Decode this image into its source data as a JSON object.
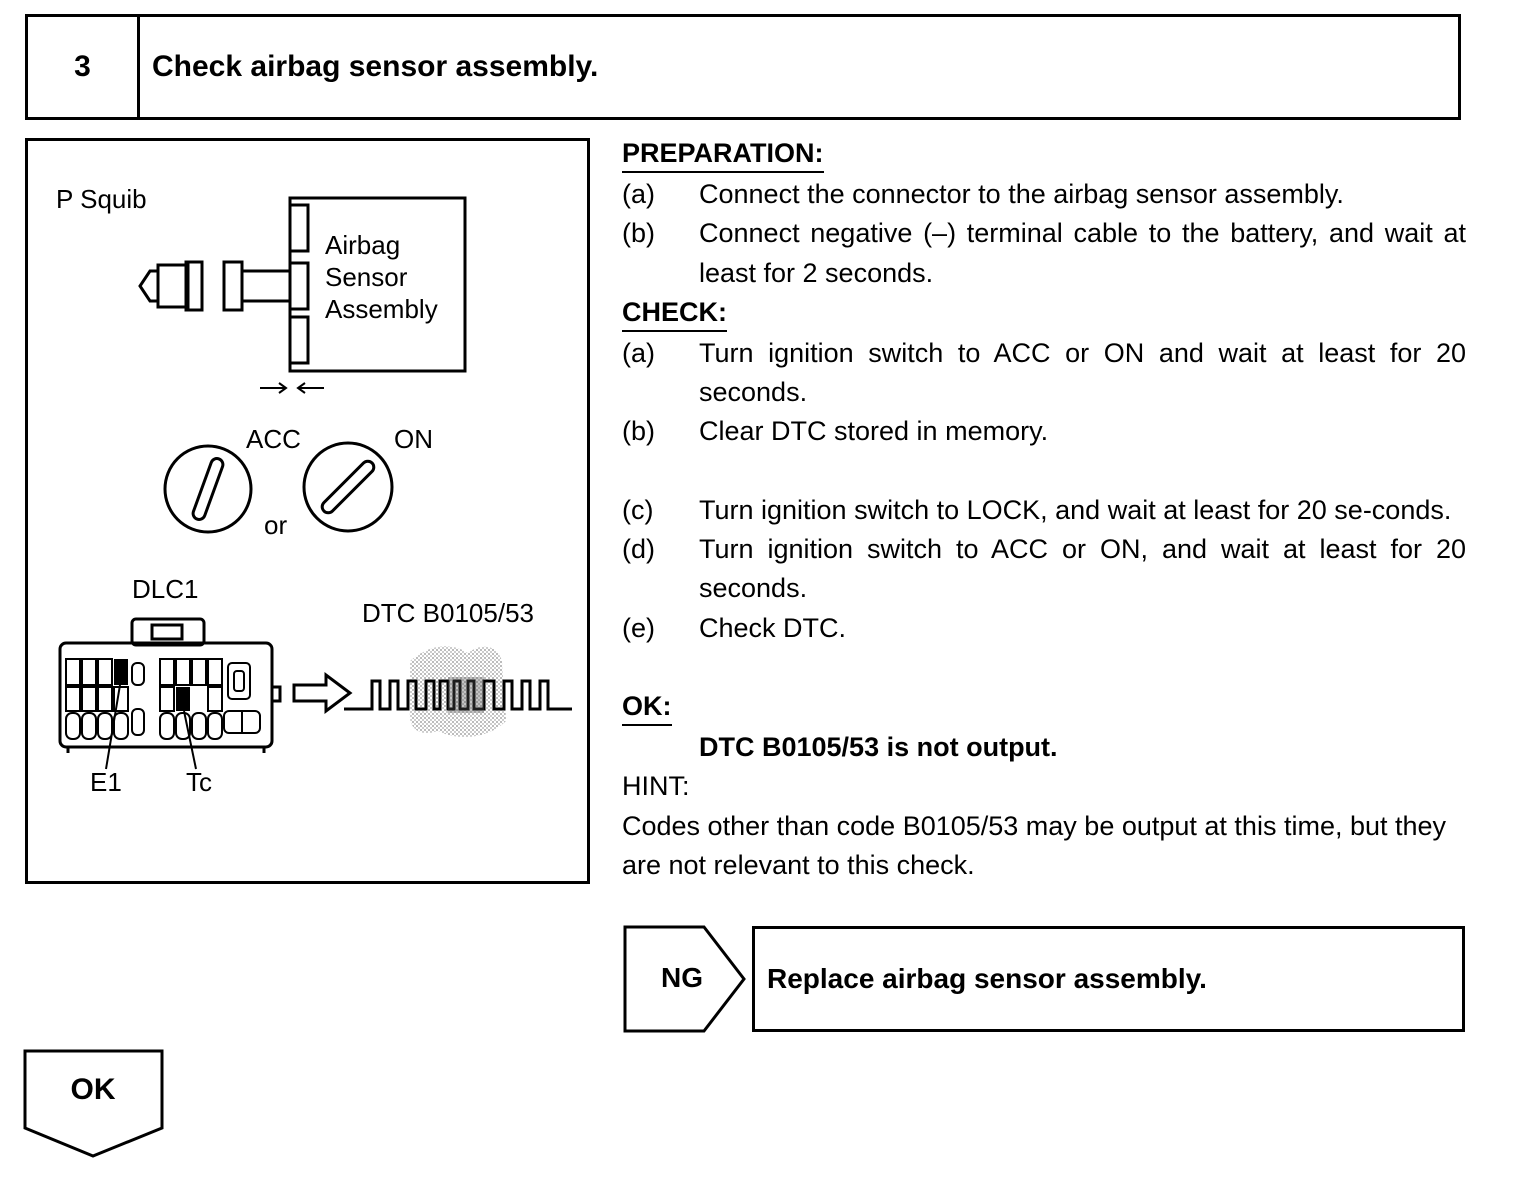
{
  "header": {
    "step_number": "3",
    "title": "Check airbag sensor assembly."
  },
  "figure": {
    "p_squib": "P Squib",
    "sensor_label": [
      "Airbag",
      "Sensor",
      "Assembly"
    ],
    "acc": "ACC",
    "on": "ON",
    "or": "or",
    "dlc1": "DLC1",
    "dtc": "DTC B0105/53",
    "e1": "E1",
    "tc": "Tc"
  },
  "preparation": {
    "heading": "PREPARATION:",
    "steps": [
      {
        "letter": "(a)",
        "text": "Connect the connector to the airbag sensor assembly."
      },
      {
        "letter": "(b)",
        "text": "Connect negative (–) terminal cable to the battery, and wait at least for 2 seconds."
      }
    ]
  },
  "check": {
    "heading": "CHECK:",
    "steps": [
      {
        "letter": "(a)",
        "text": "Turn ignition switch to ACC or ON and wait at least for 20 seconds."
      },
      {
        "letter": "(b)",
        "text": "Clear DTC stored in memory."
      },
      {
        "letter": "(c)",
        "text": "Turn ignition switch to LOCK, and wait at least for 20 se-conds."
      },
      {
        "letter": "(d)",
        "text": "Turn ignition switch to ACC or ON, and wait at least for 20 seconds."
      },
      {
        "letter": "(e)",
        "text": "Check DTC."
      }
    ]
  },
  "ok_section": {
    "heading": "OK:",
    "result": "DTC B0105/53 is not output."
  },
  "hint": {
    "heading": "HINT:",
    "text": "Codes other than code B0105/53 may be output at this time, but they are not relevant to this check."
  },
  "ng": {
    "label": "NG",
    "action": "Replace airbag sensor assembly."
  },
  "ok_next": {
    "label": "OK"
  }
}
